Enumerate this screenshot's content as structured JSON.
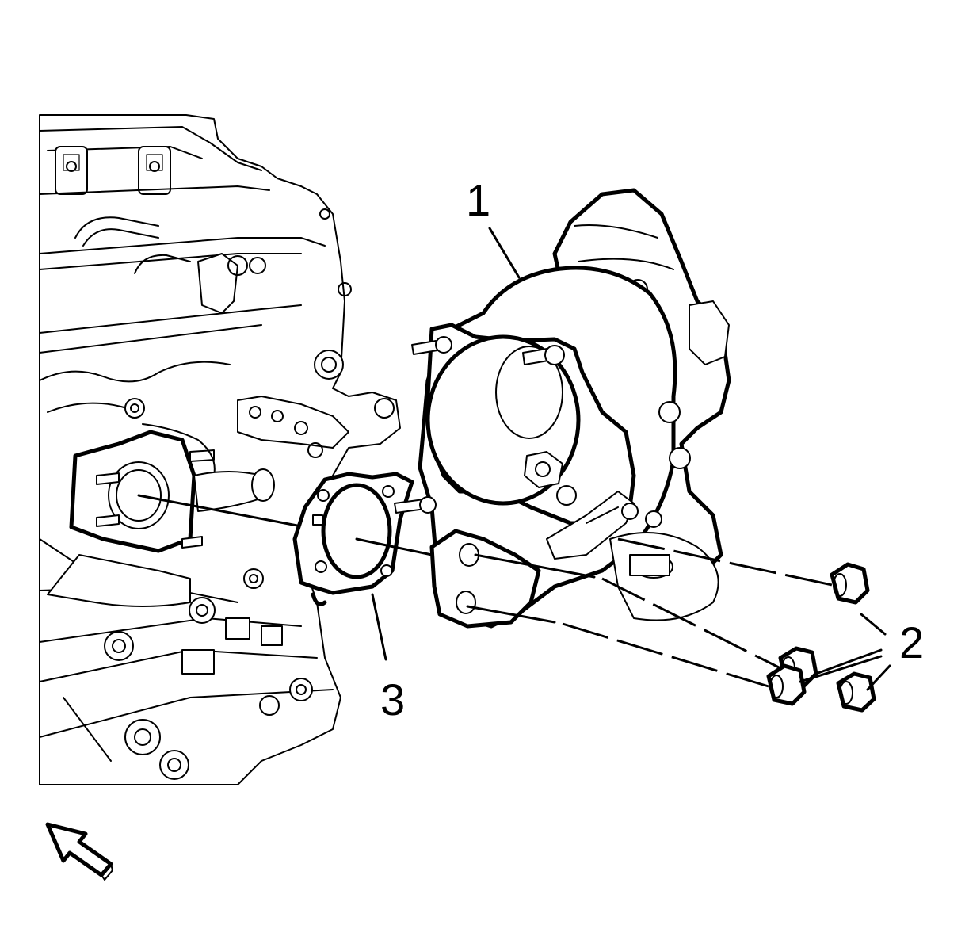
{
  "callouts": {
    "c1": "1",
    "c2": "2",
    "c3": "3"
  },
  "icons": {
    "view_arrow": "outline-arrow-icon"
  },
  "colors": {
    "line": "#000000",
    "background": "#ffffff"
  }
}
